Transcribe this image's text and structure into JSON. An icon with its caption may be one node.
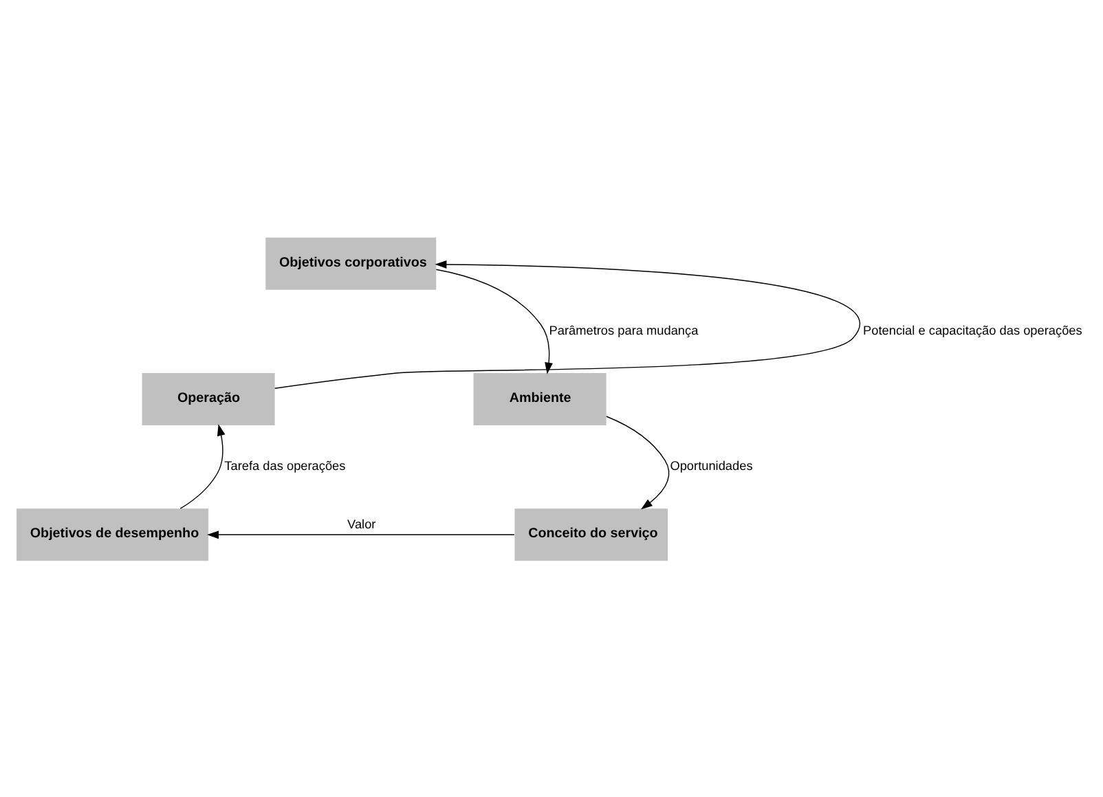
{
  "diagram": {
    "nodes": [
      {
        "text": [
          "Objetivos corporativos"
        ]
      },
      {
        "text": [
          "Ambiente"
        ]
      },
      {
        "text": [
          "Conceito do serviço"
        ]
      },
      {
        "text": [
          "Objetivos de desempenho"
        ]
      },
      {
        "text": [
          "Operação"
        ]
      }
    ],
    "edges": [
      {
        "from": 0,
        "to": 1,
        "arrow": "to",
        "label": "Parâmetros para mudança"
      },
      {
        "from": 1,
        "to": 2,
        "arrow": "to",
        "label": "Oportunidades"
      },
      {
        "from": 2,
        "to": 3,
        "arrow": "to",
        "label": "Valor"
      },
      {
        "from": 3,
        "to": 4,
        "arrow": "to",
        "label": "Tarefa das operações"
      },
      {
        "from": 4,
        "to": 0,
        "arrow": "to",
        "label": "Potencial e capacitação das operações"
      }
    ]
  }
}
